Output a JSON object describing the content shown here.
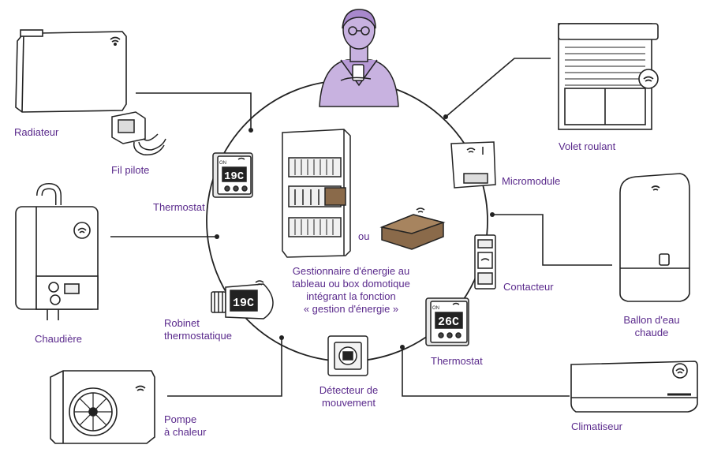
{
  "labels": {
    "radiateur": "Radiateur",
    "fil_pilote": "Fil pilote",
    "thermostat_left": "Thermostat",
    "chaudiere": "Chaudière",
    "robinet_1": "Robinet",
    "robinet_2": "thermostatique",
    "pompe_1": "Pompe",
    "pompe_2": "à chaleur",
    "detecteur_1": "Détecteur de",
    "detecteur_2": "mouvement",
    "thermostat_bottom": "Thermostat",
    "climatiseur": "Climatiseur",
    "ballon_1": "Ballon d'eau",
    "ballon_2": "chaude",
    "contacteur": "Contacteur",
    "micromodule": "Micromodule",
    "volet": "Volet roulant",
    "ou": "ou"
  },
  "center_caption": {
    "line1": "Gestionnaire d'énergie au",
    "line2": "tableau ou box domotique",
    "line3": "intégrant la fonction",
    "line4": "« gestion d'énergie »"
  },
  "displays": {
    "thermostat_left_temp": "19C",
    "robinet_temp": "19C",
    "thermostat_bottom_temp": "26C",
    "on_text": "ON"
  },
  "colors": {
    "accent": "#5a2a8c",
    "person_fill": "#c8b2e0",
    "line": "#222222",
    "box_fill": "#8a6a4a"
  }
}
